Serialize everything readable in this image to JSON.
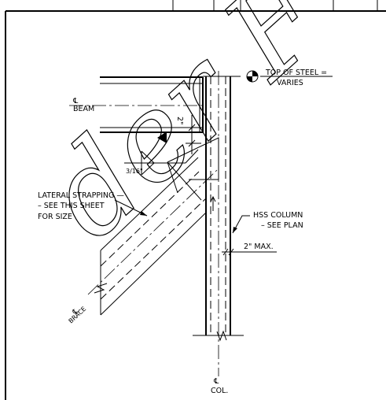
{
  "labels": {
    "top_of_steel_1": "TOP OF STEEL =",
    "top_of_steel_2": "VARIES",
    "beam": "BEAM",
    "gap_dim": "2\"",
    "weld_size": "3/16\"",
    "lateral_1": "LATERAL STRAPPING —",
    "lateral_2": "– SEE THIS SHEET",
    "lateral_3": "FOR SIZE",
    "hss_1": "HSS COLUMN",
    "hss_2": "– SEE PLAN",
    "max_gap": "2\" MAX.",
    "brace": "BRACE",
    "centerline": "℄",
    "col": "COL.",
    "watermark": "der F"
  }
}
